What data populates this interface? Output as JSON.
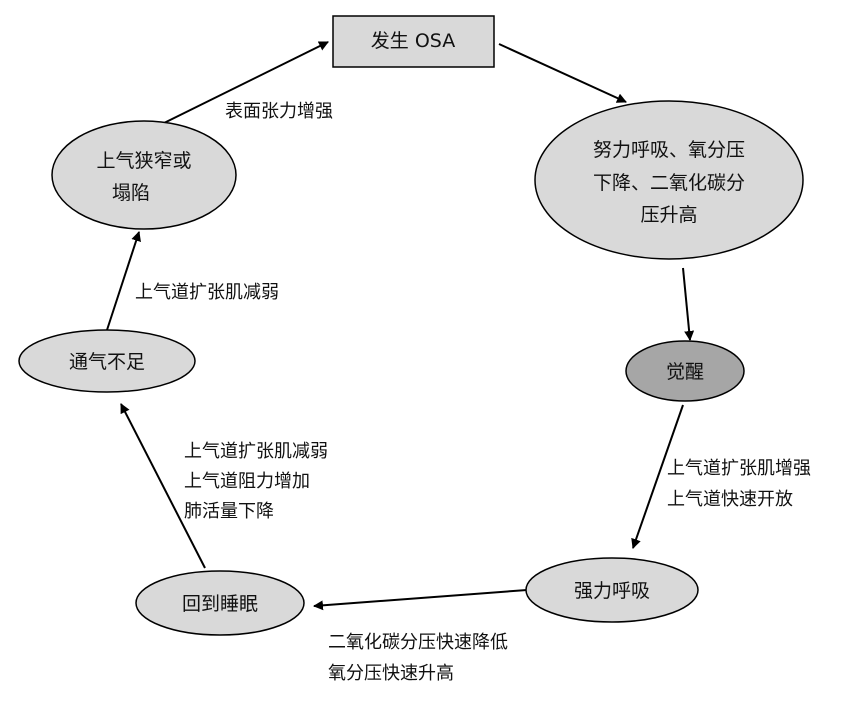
{
  "nodes": {
    "start": {
      "label": "发生 OSA",
      "shape": "rect",
      "fill": "#d9d9d9"
    },
    "effort": {
      "lines": [
        "努力呼吸、氧分压",
        "下降、二氧化碳分",
        "压升高"
      ],
      "shape": "ellipse",
      "fill": "#d9d9d9"
    },
    "arousal": {
      "label": "觉醒",
      "shape": "ellipse",
      "fill": "#a6a6a6"
    },
    "strong": {
      "label": "强力呼吸",
      "shape": "ellipse",
      "fill": "#d9d9d9"
    },
    "sleep": {
      "label": "回到睡眠",
      "shape": "ellipse",
      "fill": "#d9d9d9"
    },
    "hypo": {
      "label": "通气不足",
      "shape": "ellipse",
      "fill": "#d9d9d9"
    },
    "collapse": {
      "lines": [
        "上气狭窄或",
        "塌陷"
      ],
      "shape": "ellipse",
      "fill": "#d9d9d9"
    }
  },
  "edges": {
    "arousal_to_strong": {
      "lines": [
        "上气道扩张肌增强",
        "上气道快速开放"
      ]
    },
    "strong_to_sleep": {
      "lines": [
        "二氧化碳分压快速降低",
        "氧分压快速升高"
      ]
    },
    "sleep_to_hypo": {
      "lines": [
        "上气道扩张肌减弱",
        "上气道阻力增加",
        "肺活量下降"
      ]
    },
    "hypo_to_collapse": {
      "lines": [
        "上气道扩张肌减弱"
      ]
    },
    "collapse_to_start": {
      "lines": [
        "表面张力增强"
      ]
    }
  },
  "colors": {
    "stroke": "#000000",
    "node_fill": "#d9d9d9",
    "arousal_fill": "#a6a6a6"
  }
}
